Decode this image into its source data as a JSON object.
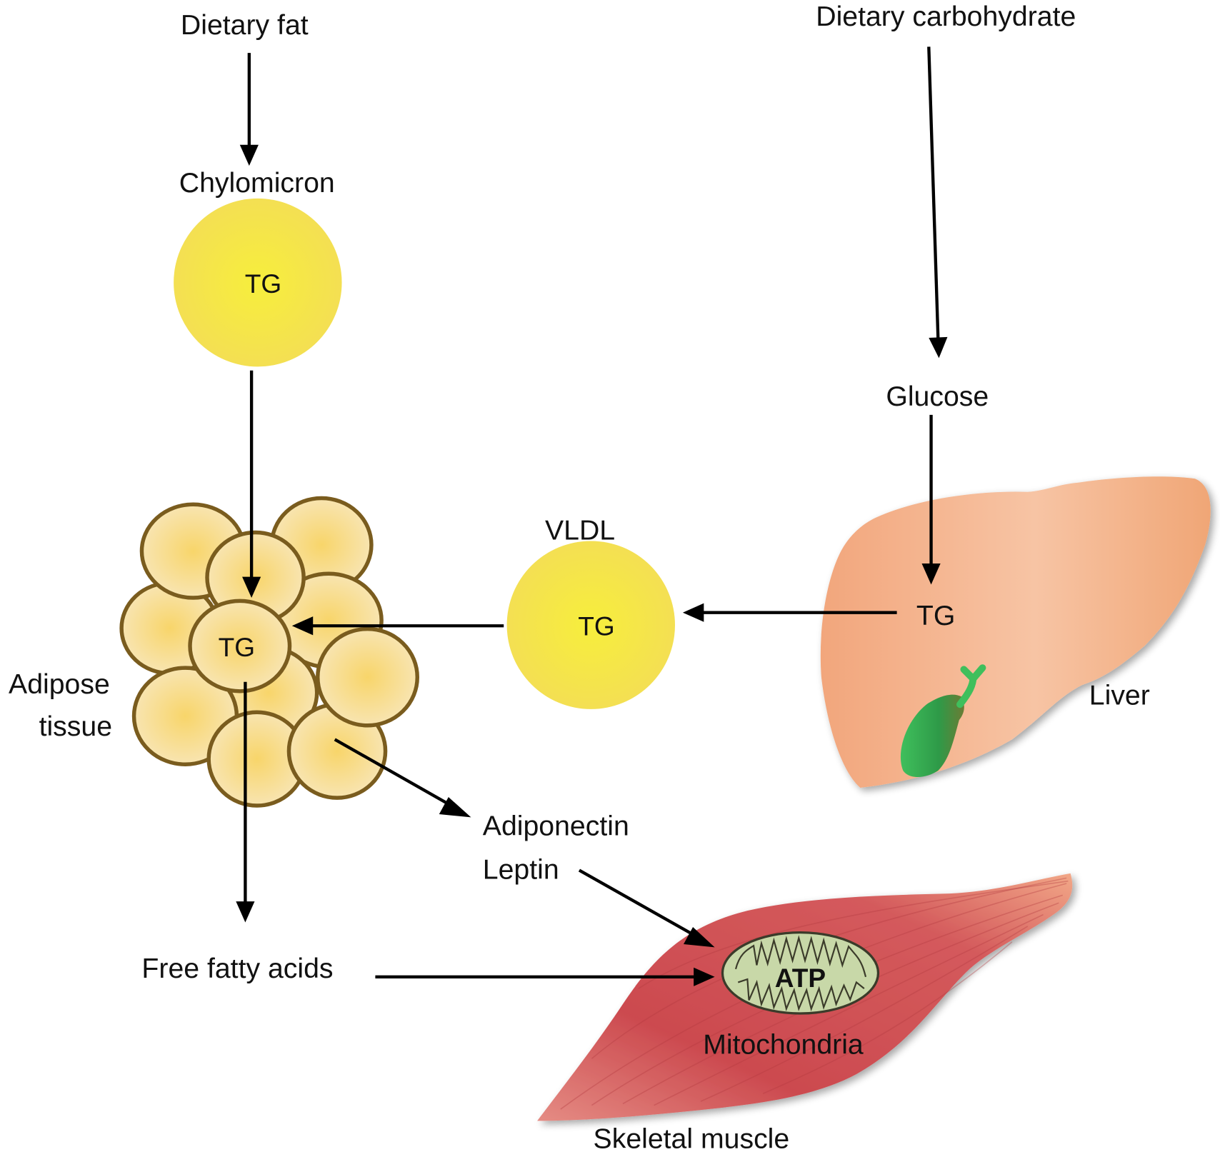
{
  "title": "Dietary fat and carbohydrate metabolism pathway",
  "colors": {
    "lipoprotein_yellow": "#f5e642",
    "adipocyte_fill": "#f6d98a",
    "adipocyte_border": "#7a5c1e",
    "liver": "#f4b58e",
    "gallbladder": "#2fa84f",
    "muscle": "#cc4a4f",
    "mitochondria": "#c8d8a8",
    "arrow": "#000000"
  },
  "labels": {
    "dietary_fat": "Dietary fat",
    "dietary_carbohydrate": "Dietary carbohydrate",
    "chylomicron": "Chylomicron",
    "chylomicron_tg": "TG",
    "glucose": "Glucose",
    "vldl": "VLDL",
    "vldl_tg": "TG",
    "liver_tg": "TG",
    "liver": "Liver",
    "adipose_tg": "TG",
    "adipose_line1": "Adipose",
    "adipose_line2": "tissue",
    "adiponectin": "Adiponectin",
    "leptin": "Leptin",
    "free_fatty_acids": "Free fatty acids",
    "atp": "ATP",
    "mitochondria": "Mitochondria",
    "skeletal_muscle": "Skeletal muscle"
  },
  "edges": [
    {
      "from": "Dietary fat",
      "to": "Chylomicron"
    },
    {
      "from": "Chylomicron",
      "to": "Adipose tissue TG"
    },
    {
      "from": "Dietary carbohydrate",
      "to": "Glucose"
    },
    {
      "from": "Glucose",
      "to": "Liver TG"
    },
    {
      "from": "Liver TG",
      "to": "VLDL"
    },
    {
      "from": "VLDL",
      "to": "Adipose tissue TG"
    },
    {
      "from": "Adipose tissue",
      "to": "Adiponectin / Leptin"
    },
    {
      "from": "Adipose tissue TG",
      "to": "Free fatty acids"
    },
    {
      "from": "Leptin",
      "to": "Mitochondria"
    },
    {
      "from": "Free fatty acids",
      "to": "Mitochondria"
    }
  ]
}
